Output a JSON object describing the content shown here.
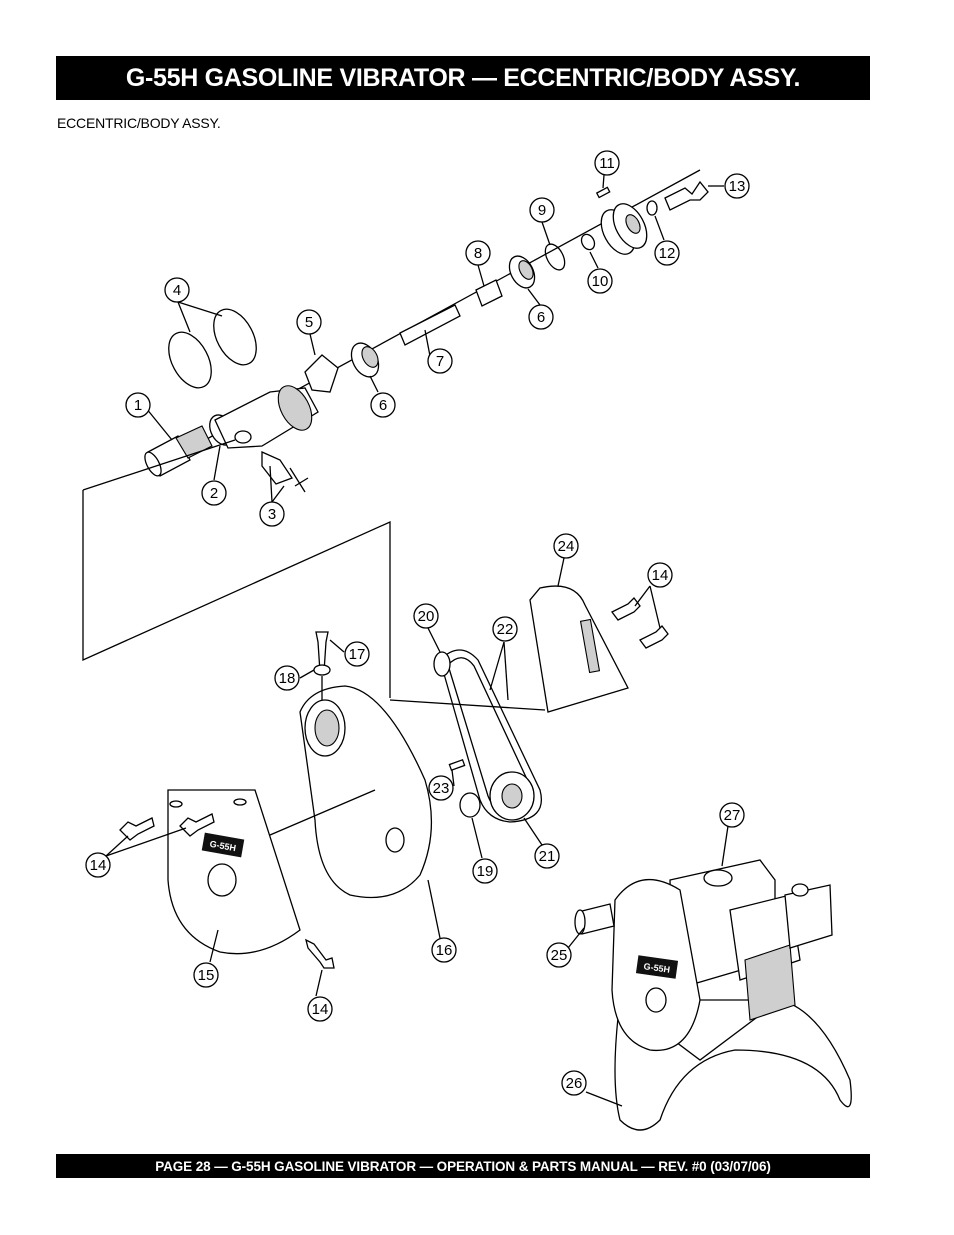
{
  "header": {
    "title": "G-55H GASOLINE VIBRATOR — ECCENTRIC/BODY ASSY."
  },
  "section": {
    "subtitle": "ECCENTRIC/BODY ASSY."
  },
  "footer": {
    "text": "PAGE 28 — G-55H GASOLINE VIBRATOR — OPERATION & PARTS MANUAL — REV. #0 (03/07/06)"
  },
  "diagram": {
    "model_badge": "G-55H",
    "callouts": {
      "c1": "1",
      "c2": "2",
      "c3": "3",
      "c4": "4",
      "c5": "5",
      "c6a": "6",
      "c6b": "6",
      "c7": "7",
      "c8": "8",
      "c9": "9",
      "c10": "10",
      "c11": "11",
      "c12": "12",
      "c13": "13",
      "c14a": "14",
      "c14b": "14",
      "c14c": "14",
      "c15": "15",
      "c16": "16",
      "c17": "17",
      "c18": "18",
      "c19": "19",
      "c20": "20",
      "c21": "21",
      "c22": "22",
      "c23": "23",
      "c24": "24",
      "c25": "25",
      "c26": "26",
      "c27": "27"
    }
  }
}
